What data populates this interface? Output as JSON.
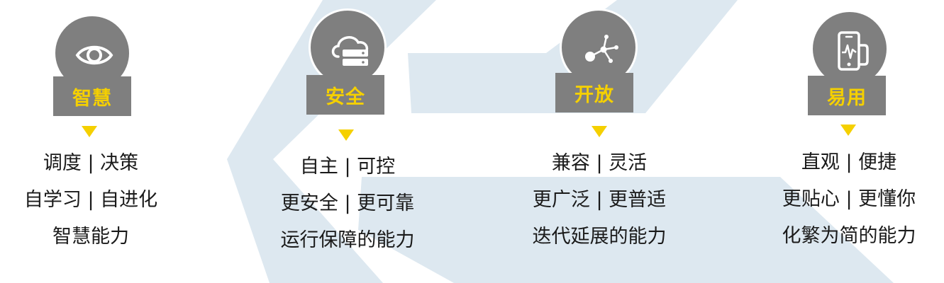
{
  "colors": {
    "box_gray": "#7f7f7f",
    "accent_yellow": "#f5d000",
    "background_shape": "#dde8f0",
    "text": "#1a1a1a"
  },
  "features": [
    {
      "icon": "eye-icon",
      "title": "智慧",
      "lines": [
        "调度 | 决策",
        "自学习 | 自进化",
        "智慧能力"
      ]
    },
    {
      "icon": "cloud-server-icon",
      "title": "安全",
      "lines": [
        "自主 | 可控",
        "更安全 | 更可靠",
        "运行保障的能力"
      ]
    },
    {
      "icon": "network-nodes-icon",
      "title": "开放",
      "lines": [
        "兼容 | 灵活",
        "更广泛 | 更普适",
        "迭代延展的能力"
      ]
    },
    {
      "icon": "mobile-phone-icon",
      "title": "易用",
      "lines": [
        "直观 | 便捷",
        "更贴心 | 更懂你",
        "化繁为简的能力"
      ]
    }
  ]
}
